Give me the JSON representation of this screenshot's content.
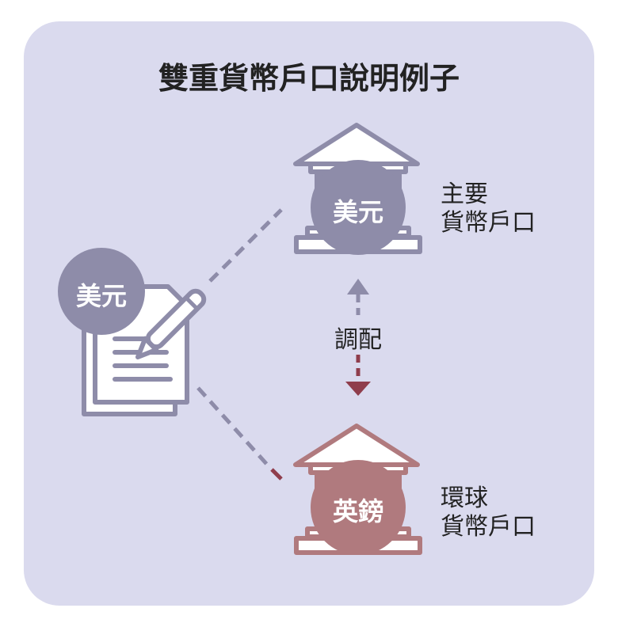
{
  "title": "雙重貨幣戶口說明例子",
  "document_badge": "美元",
  "primary_bank": {
    "badge": "美元",
    "label_line1": "主要",
    "label_line2": "貨幣戶口"
  },
  "global_bank": {
    "badge": "英鎊",
    "label_line1": "環球",
    "label_line2": "貨幣戶口"
  },
  "transfer_label": "調配",
  "colors": {
    "card": "#dadaee",
    "usd": "#8e8ca9",
    "gbp": "#b07a7e",
    "arrow_down": "#8f3d4c"
  }
}
